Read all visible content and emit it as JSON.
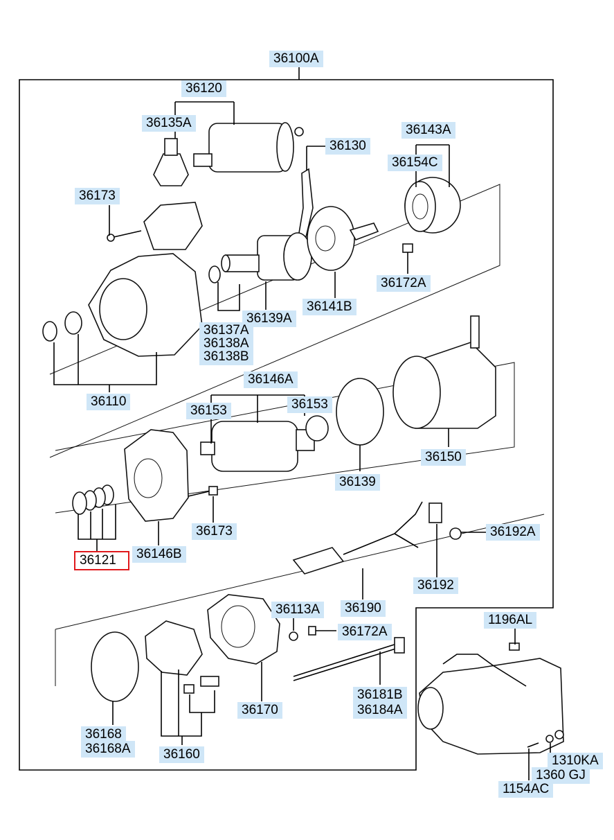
{
  "labels": {
    "assembly": "36100A",
    "solenoid": "36120",
    "plunger": "36135A",
    "lever": "36130",
    "bearing_top": "36143A",
    "bearing_sub": "36154C",
    "bolt_top": "36173",
    "bolt_small": "36172A",
    "clip": "36137A",
    "stopper": "36138A",
    "stopper_b": "36138B",
    "clutch": "36139A",
    "housing_plate": "36141B",
    "front_housing": "36110",
    "armature_set": "36146A",
    "washer_left": "36153",
    "washer_right": "36153",
    "oring_mid": "36139",
    "yoke": "36150",
    "washer_set": "36121",
    "cover": "36146B",
    "bolt_mid": "36173",
    "cap": "36192A",
    "terminal": "36192",
    "wire": "36190",
    "nut": "36113A",
    "bolt_low": "36172A",
    "thru_bolt_a": "36181B",
    "thru_bolt_b": "36184A",
    "end_frame": "36170",
    "oring_low_a": "36168",
    "oring_low_b": "36168A",
    "brush_holder": "36160",
    "inset_bolt": "1196AL",
    "inset_nut_a": "1310KA",
    "inset_nut_b": "1360 GJ",
    "inset_bolt_b": "1154AC"
  }
}
